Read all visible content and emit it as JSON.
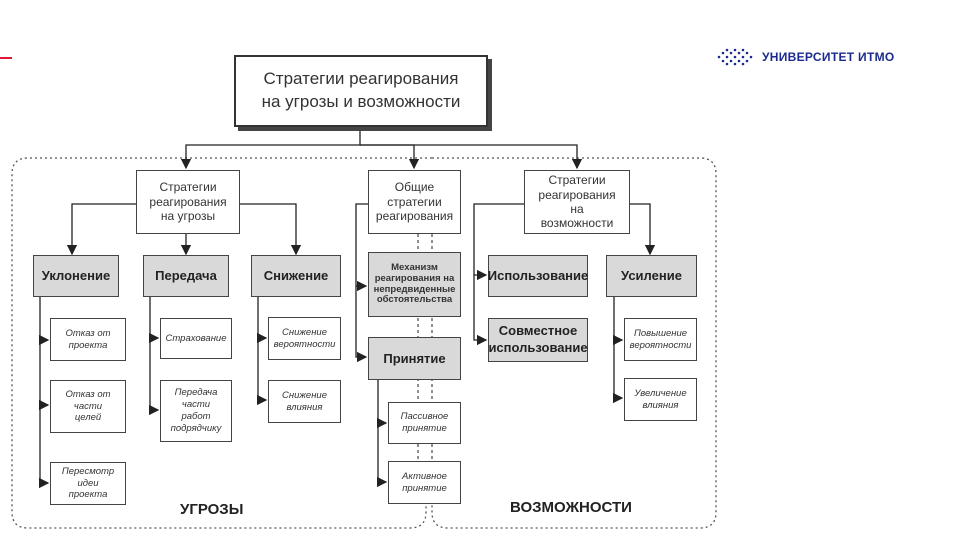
{
  "header": {
    "logo_text": "УНИВЕРСИТЕТ ИТМО",
    "logo_icon": "itmo-dots-logo"
  },
  "diagram": {
    "title": "Стратегии реагирования на угрозы и возможности",
    "threats_strategies": "Стратегии реагирования на угрозы",
    "general_strategies": "Общие стратегии реагирования",
    "opportunities_strategies": "Стратегии реагирования на возможности",
    "avoidance": "Уклонение",
    "transfer": "Передача",
    "mitigation": "Снижение",
    "exploit": "Использование",
    "enhance": "Усиление",
    "share": "Совместное использование",
    "mechanism": "Механизм реагирования на непредвиденные обстоятельства",
    "acceptance": "Принятие",
    "avoid_1": "Отказ от проекта",
    "avoid_2": "Отказ от части целей",
    "avoid_3": "Пересмотр идеи проекта",
    "transfer_1": "Страхование",
    "transfer_2": "Передача части работ подрядчику",
    "mitigate_1": "Снижение вероятности",
    "mitigate_2": "Снижение влияния",
    "enhance_1": "Повышение вероятности",
    "enhance_2": "Увеличение влияния",
    "accept_1": "Пассивное принятие",
    "accept_2": "Активное принятие",
    "threats_label": "УГРОЗЫ",
    "opportunities_label": "ВОЗМОЖНОСТИ"
  }
}
